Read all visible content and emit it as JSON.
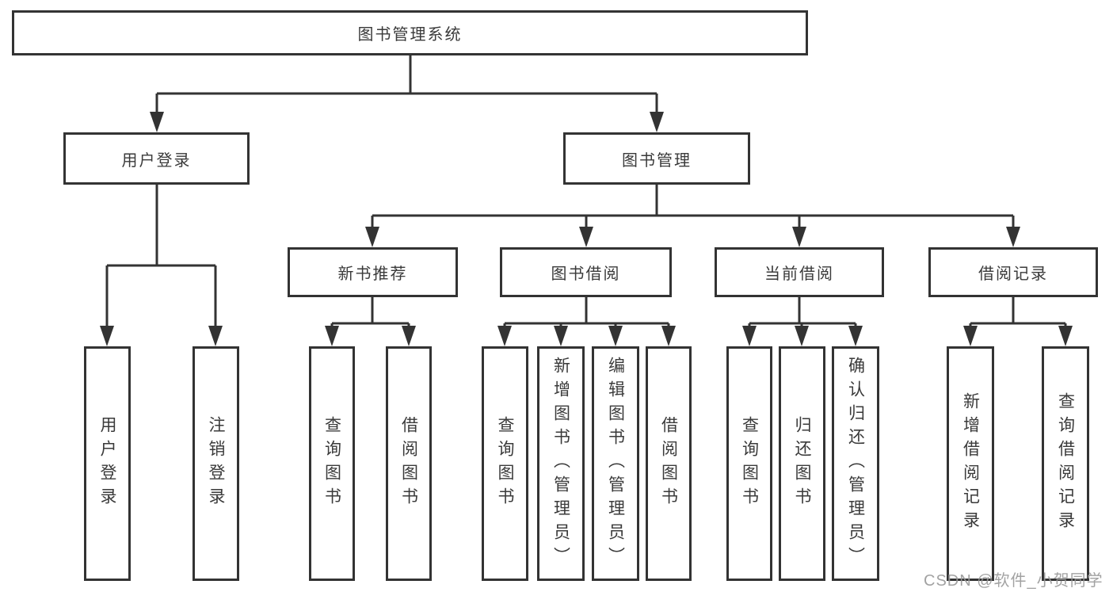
{
  "colors": {
    "line": "#333333",
    "box_border": "#333333",
    "box_fill": "#ffffff",
    "text": "#3a3a3a",
    "watermark": "#989898"
  },
  "watermark": "CSDN @软件_小贺同学",
  "tree": {
    "label": "图书管理系统",
    "children": [
      {
        "label": "用户登录",
        "children": [
          {
            "label": "用户登录"
          },
          {
            "label": "注销登录"
          }
        ]
      },
      {
        "label": "图书管理",
        "children": [
          {
            "label": "新书推荐",
            "children": [
              {
                "label": "查询图书"
              },
              {
                "label": "借阅图书"
              }
            ]
          },
          {
            "label": "图书借阅",
            "children": [
              {
                "label": "查询图书"
              },
              {
                "label": "新增图书（管理员）"
              },
              {
                "label": "编辑图书（管理员）"
              },
              {
                "label": "借阅图书"
              }
            ]
          },
          {
            "label": "当前借阅",
            "children": [
              {
                "label": "查询图书"
              },
              {
                "label": "归还图书"
              },
              {
                "label": "确认归还（管理员）"
              }
            ]
          },
          {
            "label": "借阅记录",
            "children": [
              {
                "label": "新增借阅记录"
              },
              {
                "label": "查询借阅记录"
              }
            ]
          }
        ]
      }
    ]
  }
}
